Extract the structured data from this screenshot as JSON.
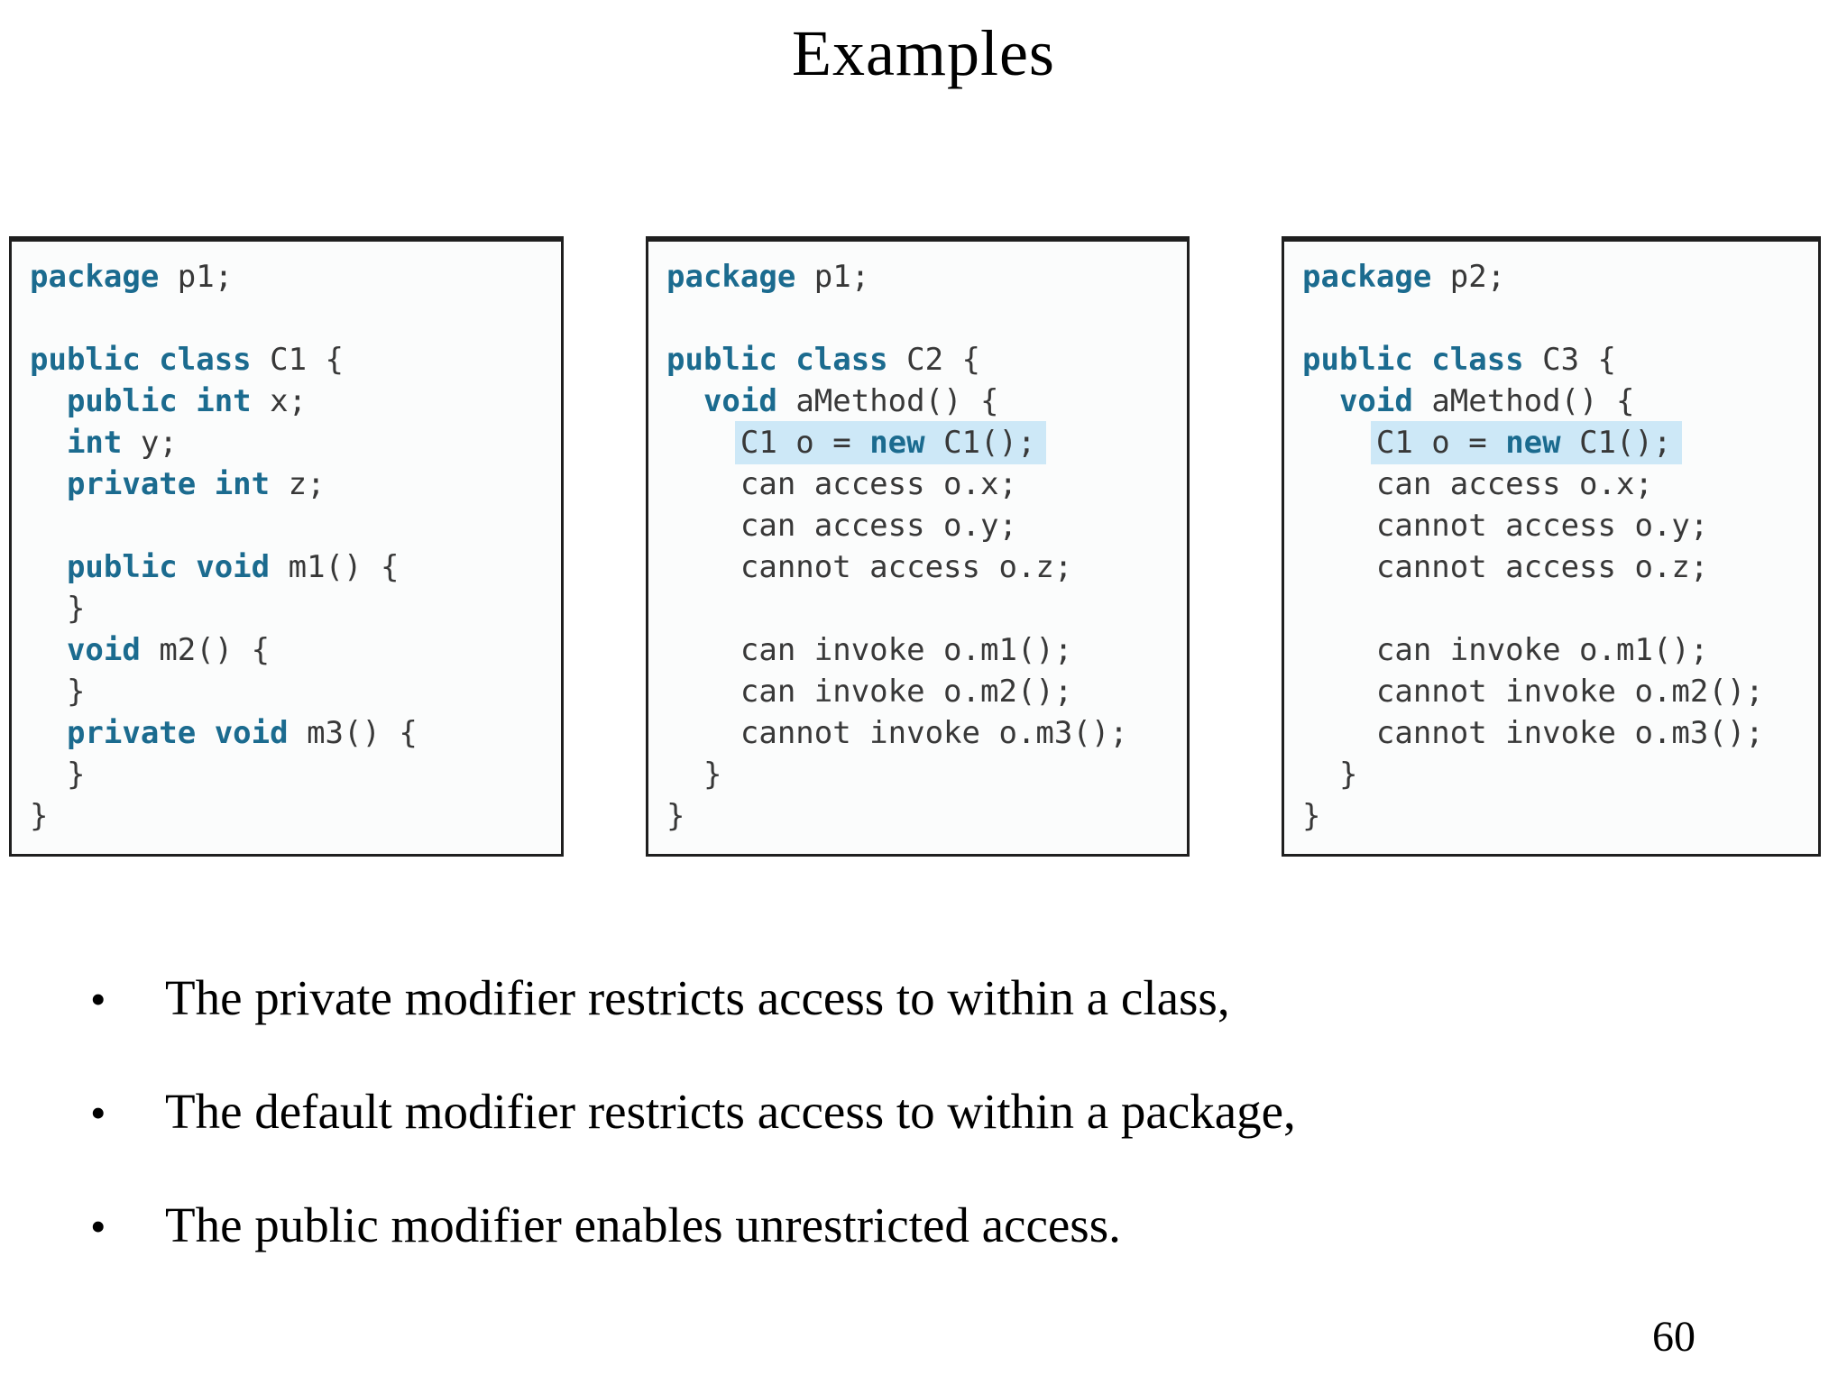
{
  "slide": {
    "title": "Examples",
    "page_number": "60"
  },
  "bullets": [
    "The private modifier restricts access to within a class,",
    "The default modifier restricts access to within a package,",
    "The public modifier enables unrestricted access."
  ],
  "colors": {
    "keyword": "#1b6b8f",
    "code_text": "#383838",
    "highlight_bg": "#cde8f7",
    "box_border": "#1f1f1f",
    "box_bg": "#fbfcfc"
  },
  "code_boxes": [
    {
      "name": "package-p1-class-C1",
      "lines": [
        {
          "ind": 0,
          "seg": [
            [
              "package",
              1
            ],
            [
              " p1;",
              0
            ]
          ]
        },
        {
          "ind": 0,
          "seg": []
        },
        {
          "ind": 0,
          "seg": [
            [
              "public class",
              1
            ],
            [
              " C1 {",
              0
            ]
          ]
        },
        {
          "ind": 2,
          "seg": [
            [
              "public int",
              1
            ],
            [
              " x;",
              0
            ]
          ]
        },
        {
          "ind": 2,
          "seg": [
            [
              "int",
              1
            ],
            [
              " y;",
              0
            ]
          ]
        },
        {
          "ind": 2,
          "seg": [
            [
              "private int",
              1
            ],
            [
              " z;",
              0
            ]
          ]
        },
        {
          "ind": 0,
          "seg": []
        },
        {
          "ind": 2,
          "seg": [
            [
              "public void",
              1
            ],
            [
              " m1() {",
              0
            ]
          ]
        },
        {
          "ind": 2,
          "seg": [
            [
              "}",
              0
            ]
          ]
        },
        {
          "ind": 2,
          "seg": [
            [
              "void",
              1
            ],
            [
              " m2() {",
              0
            ]
          ]
        },
        {
          "ind": 2,
          "seg": [
            [
              "}",
              0
            ]
          ]
        },
        {
          "ind": 2,
          "seg": [
            [
              "private void",
              1
            ],
            [
              " m3() {",
              0
            ]
          ]
        },
        {
          "ind": 2,
          "seg": [
            [
              "}",
              0
            ]
          ]
        },
        {
          "ind": 0,
          "seg": [
            [
              "}",
              0
            ]
          ]
        }
      ]
    },
    {
      "name": "package-p1-class-C2",
      "lines": [
        {
          "ind": 0,
          "seg": [
            [
              "package",
              1
            ],
            [
              " p1;",
              0
            ]
          ]
        },
        {
          "ind": 0,
          "seg": []
        },
        {
          "ind": 0,
          "seg": [
            [
              "public class",
              1
            ],
            [
              " C2 {",
              0
            ]
          ]
        },
        {
          "ind": 2,
          "seg": [
            [
              "void",
              1
            ],
            [
              " aMethod() {",
              0
            ]
          ]
        },
        {
          "ind": 4,
          "hl": true,
          "seg": [
            [
              "C1 o = ",
              0
            ],
            [
              "new",
              1
            ],
            [
              " C1();",
              0
            ]
          ]
        },
        {
          "ind": 4,
          "seg": [
            [
              "can access o.x;",
              0
            ]
          ]
        },
        {
          "ind": 4,
          "seg": [
            [
              "can access o.y;",
              0
            ]
          ]
        },
        {
          "ind": 4,
          "seg": [
            [
              "cannot access o.z;",
              0
            ]
          ]
        },
        {
          "ind": 0,
          "seg": []
        },
        {
          "ind": 4,
          "seg": [
            [
              "can invoke o.m1();",
              0
            ]
          ]
        },
        {
          "ind": 4,
          "seg": [
            [
              "can invoke o.m2();",
              0
            ]
          ]
        },
        {
          "ind": 4,
          "seg": [
            [
              "cannot invoke o.m3();",
              0
            ]
          ]
        },
        {
          "ind": 2,
          "seg": [
            [
              "}",
              0
            ]
          ]
        },
        {
          "ind": 0,
          "seg": [
            [
              "}",
              0
            ]
          ]
        }
      ]
    },
    {
      "name": "package-p2-class-C3",
      "lines": [
        {
          "ind": 0,
          "seg": [
            [
              "package",
              1
            ],
            [
              " p2;",
              0
            ]
          ]
        },
        {
          "ind": 0,
          "seg": []
        },
        {
          "ind": 0,
          "seg": [
            [
              "public class",
              1
            ],
            [
              " C3 {",
              0
            ]
          ]
        },
        {
          "ind": 2,
          "seg": [
            [
              "void",
              1
            ],
            [
              " aMethod() {",
              0
            ]
          ]
        },
        {
          "ind": 4,
          "hl": true,
          "seg": [
            [
              "C1 o = ",
              0
            ],
            [
              "new",
              1
            ],
            [
              " C1();",
              0
            ]
          ]
        },
        {
          "ind": 4,
          "seg": [
            [
              "can access o.x;",
              0
            ]
          ]
        },
        {
          "ind": 4,
          "seg": [
            [
              "cannot access o.y;",
              0
            ]
          ]
        },
        {
          "ind": 4,
          "seg": [
            [
              "cannot access o.z;",
              0
            ]
          ]
        },
        {
          "ind": 0,
          "seg": []
        },
        {
          "ind": 4,
          "seg": [
            [
              "can invoke o.m1();",
              0
            ]
          ]
        },
        {
          "ind": 4,
          "seg": [
            [
              "cannot invoke o.m2();",
              0
            ]
          ]
        },
        {
          "ind": 4,
          "seg": [
            [
              "cannot invoke o.m3();",
              0
            ]
          ]
        },
        {
          "ind": 2,
          "seg": [
            [
              "}",
              0
            ]
          ]
        },
        {
          "ind": 0,
          "seg": [
            [
              "}",
              0
            ]
          ]
        }
      ]
    }
  ]
}
